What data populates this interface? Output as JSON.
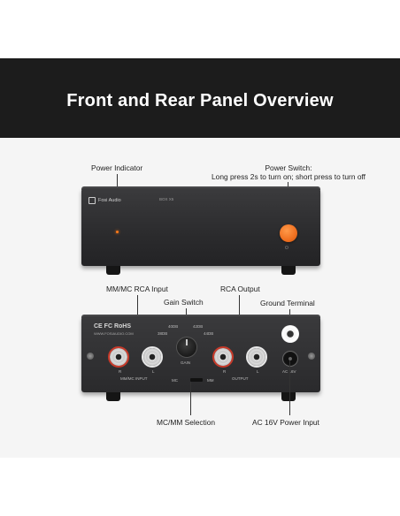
{
  "banner": {
    "title": "Front and Rear Panel Overview"
  },
  "callouts": {
    "power_indicator": "Power Indicator",
    "power_switch_title": "Power Switch:",
    "power_switch_desc": "Long press 2s to turn on; short press to turn off",
    "mm_mc_rca_input": "MM/MC RCA Input",
    "gain_switch": "Gain Switch",
    "rca_output": "RCA Output",
    "ground_terminal": "Ground Terminal",
    "mc_mm_selection": "MC/MM Selection",
    "ac_power_input": "AC 16V Power Input"
  },
  "front_panel": {
    "brand": "Fosi Audio",
    "model": "BOX X5",
    "power_symbol": "⏻"
  },
  "rear_panel": {
    "certifications": "CE FC RoHS",
    "website": "WWW.FOSIAUDIO.COM",
    "input_label": "MM/MC  INPUT",
    "output_label": "OUTPUT",
    "gain_label": "GAIN",
    "gain_levels": [
      "38DB",
      "40DB",
      "42DB",
      "44DB"
    ],
    "switch_label_left": "MC",
    "switch_label_right": "MM",
    "ac_label": "AC 16V",
    "r_label": "R",
    "l_label": "L"
  },
  "colors": {
    "banner_bg": "#1c1c1c",
    "device_body": "#2b2b2d",
    "power_button": "#f07020",
    "rca_red_ring": "#c83a2a"
  }
}
